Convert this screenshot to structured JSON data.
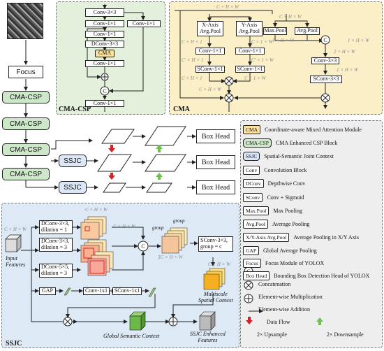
{
  "backbone": {
    "focus": "Focus",
    "cma_csp": "CMA-CSP",
    "ssjc": "SSJC",
    "box_head": "Box Head"
  },
  "cma_csp_panel": {
    "title": "CMA-CSP",
    "blocks": {
      "conv3x3_top": "Conv-3×3",
      "conv1x1_a": "Conv-1×1",
      "conv1x1_b": "Conv-1×1",
      "dconv3x3": "DConv-3×3",
      "cma": "CMA",
      "conv1x1_c": "Conv-1×1",
      "conv1x1_side": "Conv-1×1",
      "conv1x1_out": "Conv-1×1"
    },
    "concat_symbol": "C"
  },
  "cma_panel": {
    "title": "CMA",
    "dims": {
      "in_left": "C × H × W",
      "in_right": "C × H × W",
      "xpool_out": "C × H × 1",
      "ypool_out": "C × 1 × W",
      "conv_l_out": "C' × H × 1",
      "conv_r_out": "C' × 1 × W",
      "sconv_l_out": "C × H × 1",
      "sconv_r_out": "C × 1 × W",
      "mul_out": "C × H × W",
      "maxpool_out": "1 × H × W",
      "avgpool_out": "1 × H × W",
      "concat_out": "2 × H × W",
      "sconv_out": "1 × H × W"
    },
    "blocks": {
      "xpool": "X-Axis\nAvg.Pool",
      "ypool": "Y-Axis\nAvg.Pool",
      "conv_l": "Conv-1×1",
      "conv_r": "Conv-1×1",
      "sconv_l": "SConv-1×1",
      "sconv_r": "SConv-1×1",
      "maxpool": "Max.Pool",
      "avgpool": "Avg.Pool",
      "conv3x3": "Conv-3×3",
      "sconv3x3": "SConv-3×3"
    },
    "concat_symbol": "C"
  },
  "ssjc_panel": {
    "title": "SSJC",
    "input_dim": "C × H × W",
    "input_label": "Input\nFeatures",
    "branches": [
      {
        "label": "DConv-3×3,\ndilation = 1",
        "dim": "C × H × W"
      },
      {
        "label": "DConv-3×3,\ndilation = 3",
        "dim": "C × H × W"
      },
      {
        "label": "DConv-5×5,\ndilation = 3",
        "dim": ""
      }
    ],
    "concat_symbol": "C",
    "group_label_a": "group",
    "group_label_b": "group",
    "stack_dim": "3C × H × W",
    "sconv_group": "SConv-3×3,\ngroup = c",
    "out_dim": "C × H × W",
    "multiscale_label": "Multiscale\nSpatial Context",
    "gap": "GAP",
    "conv1x1": "Conv-1x1",
    "sconv1x1": "SConv-1x1",
    "global_label": "Global Semantic Context",
    "enhanced_label": "SSJC Enhanced\nFeatures"
  },
  "legend": [
    {
      "key": "CMA",
      "style": "cma",
      "desc": "Coordinate-aware Mixed Attention Module"
    },
    {
      "key": "CMA-CSP",
      "style": "green",
      "desc": "CMA Enhanced CSP Block"
    },
    {
      "key": "SSJC",
      "style": "blue",
      "desc": "Spatial-Semantic Joint Context"
    },
    {
      "key": "Conv",
      "style": "plain",
      "desc": "Convolution Block"
    },
    {
      "key": "DConv",
      "style": "plain",
      "desc": "Depthwise Conv"
    },
    {
      "key": "SConv",
      "style": "plain",
      "desc": "Conv + Sigmoid"
    },
    {
      "key": "Max.Pool",
      "style": "plain",
      "desc": "Max Pooling"
    },
    {
      "key": "Avg.Pool",
      "style": "plain",
      "desc": "Average Pooling"
    },
    {
      "key": "X/Y-Axis Avg.Pool",
      "style": "plain",
      "desc": "Average Pooling in X/Y Axis"
    },
    {
      "key": "GAP",
      "style": "plain",
      "desc": "Global Average Pooling"
    },
    {
      "key": "Focus",
      "style": "plain",
      "desc": "Focus Module of YOLOX"
    },
    {
      "key": "Box Head",
      "style": "plain",
      "desc": "Bounding Box Detection Head of YOLOX"
    }
  ],
  "legend_symbols": {
    "concat": "Concatenation",
    "mul": "Element-wise Multiplication",
    "add": "Element-wise Addition",
    "flow": "Data Flow",
    "up": "2× Upsample",
    "down": "2× Downsample"
  },
  "colors": {
    "cma_csp_bg": "#e2f0dc",
    "cma_bg": "#fbefc8",
    "ssjc_bg": "#dde9f5",
    "up_arrow": "#d42020",
    "down_arrow": "#6cc24a"
  }
}
